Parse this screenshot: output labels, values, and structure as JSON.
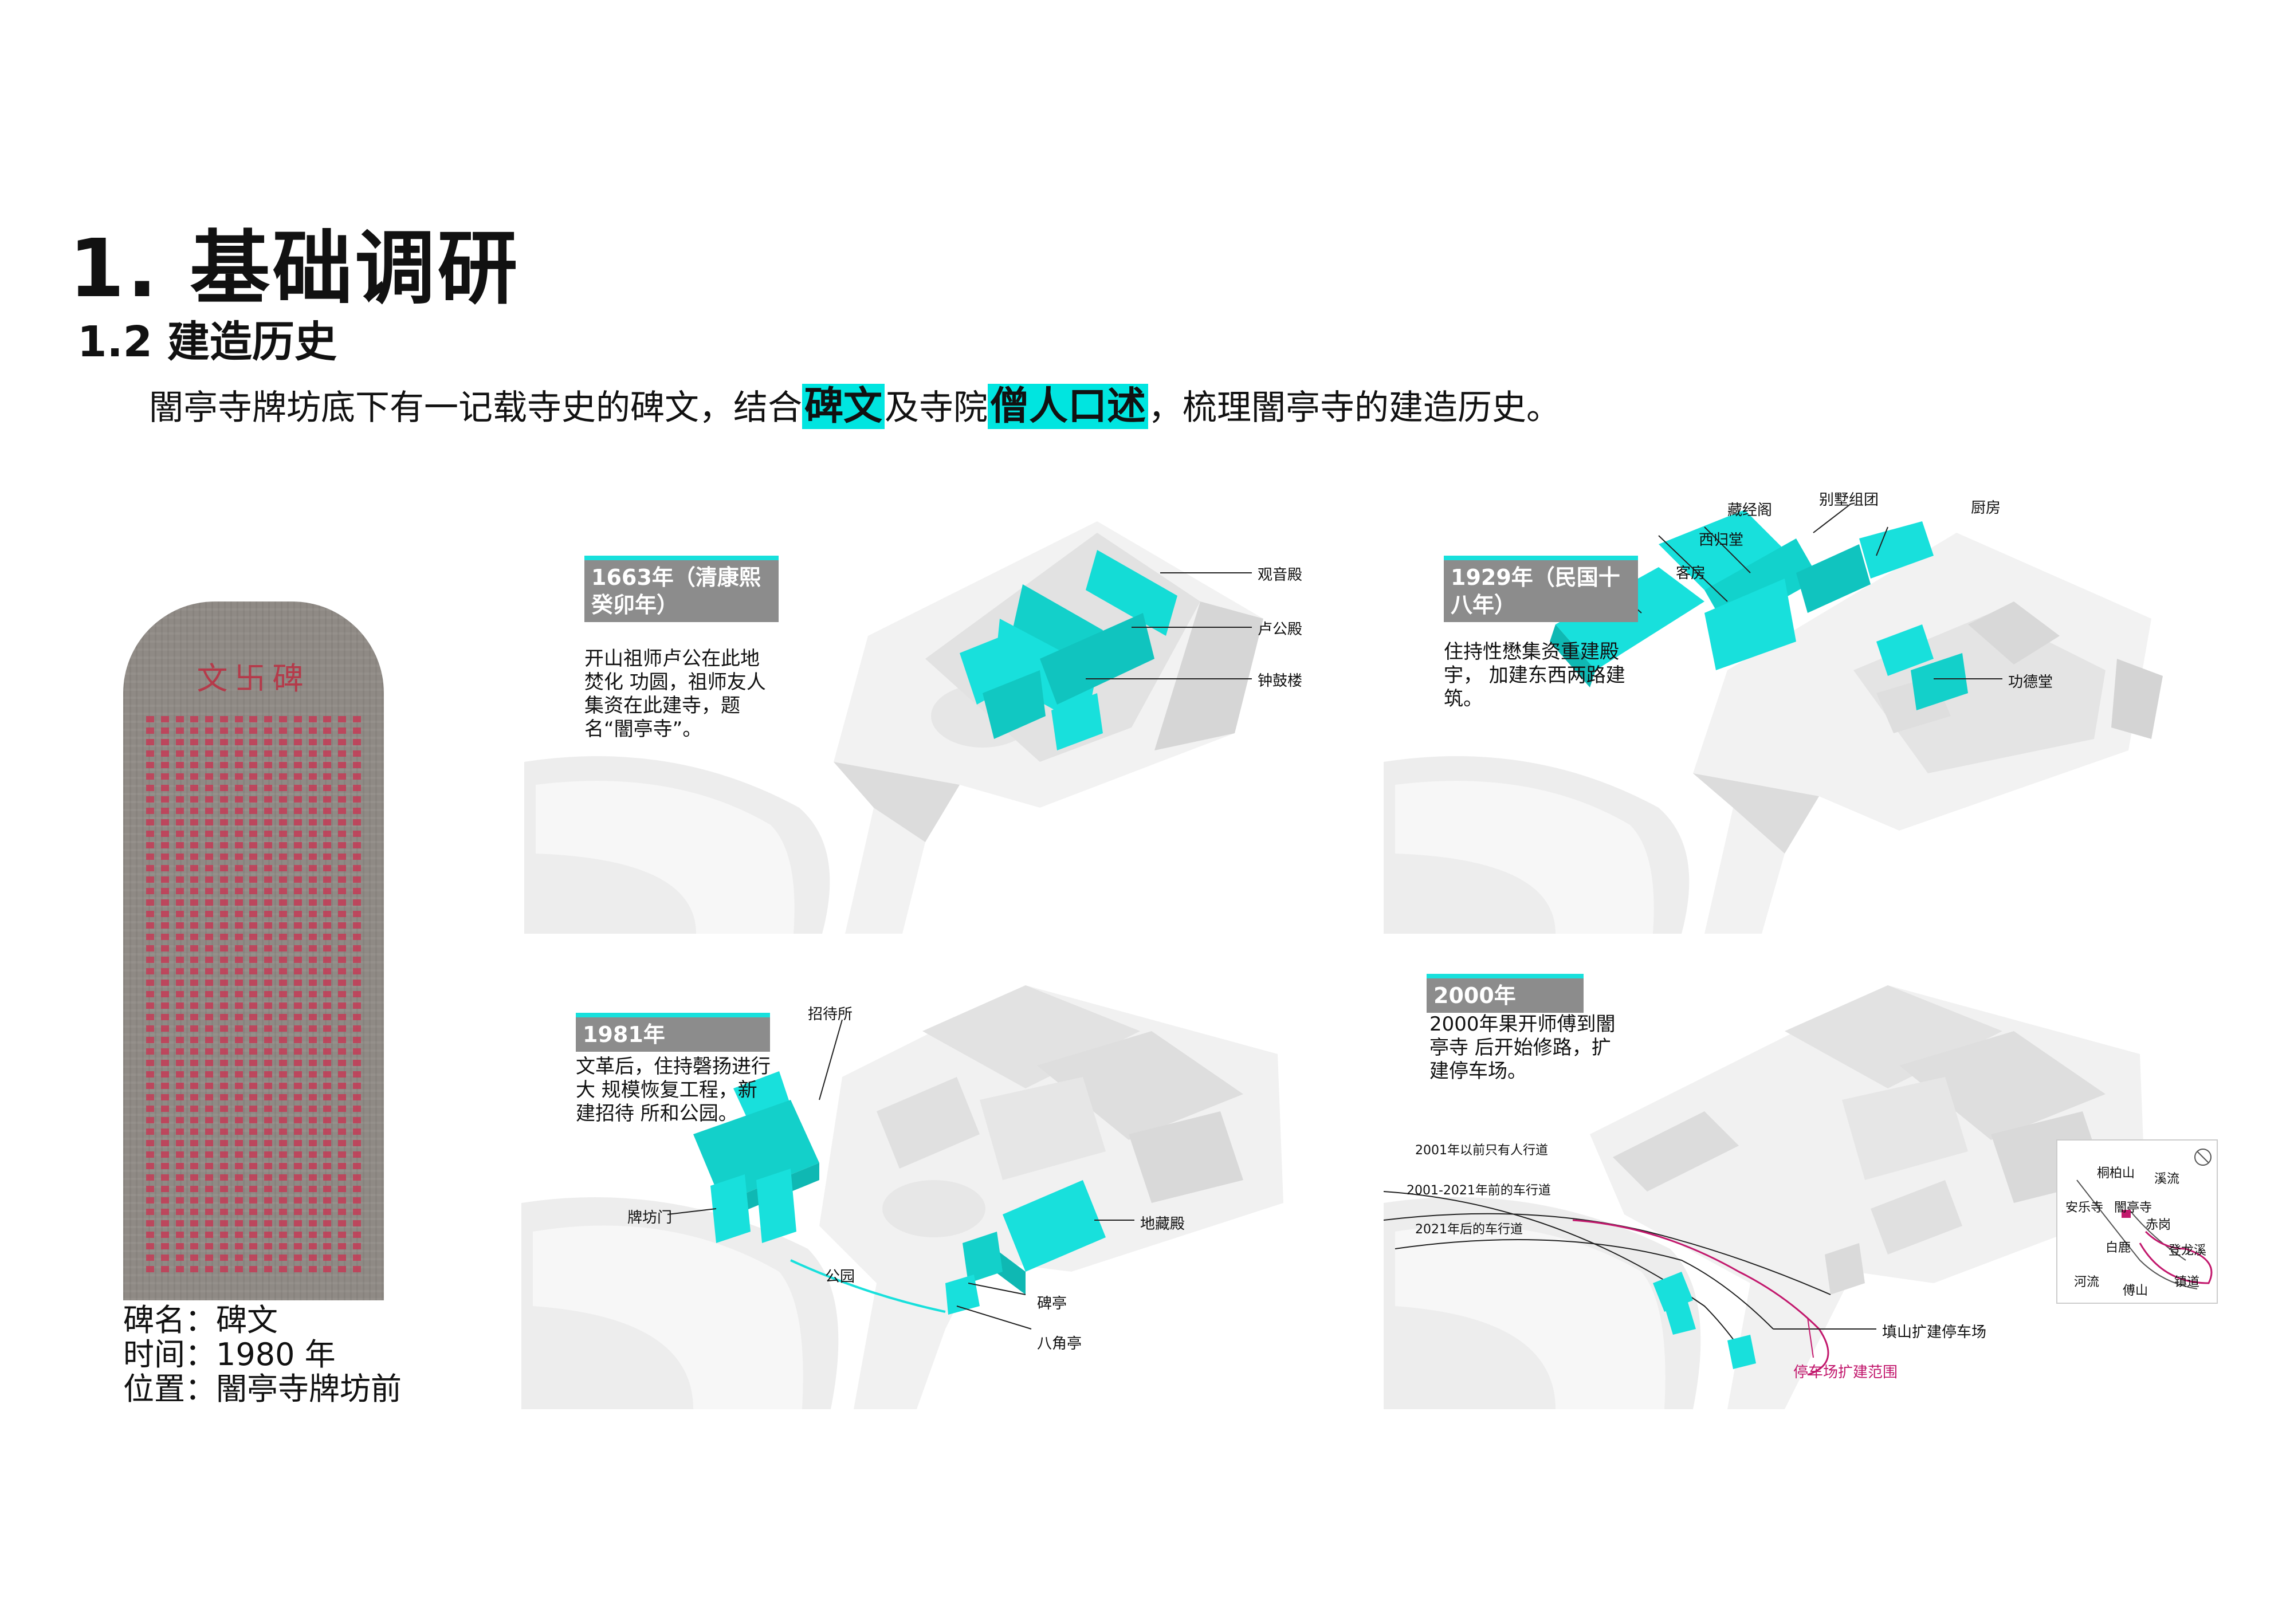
{
  "heading": "1. 基础调研",
  "subheading": "1.2 建造历史",
  "intro": {
    "part1": "闇亭寺牌坊底下有一记载寺史的碑文，结合",
    "hl1": "碑文",
    "part2": "及寺院",
    "hl2": "僧人口述",
    "part3": "，梳理闇亭寺的建造历史。"
  },
  "stele": {
    "inscription": "文卐碑",
    "caption": [
      "碑名：碑文",
      "时间：1980 年",
      "位置：闇亭寺牌坊前"
    ]
  },
  "colors": {
    "accent": "#18e0dc",
    "tag_bg": "#8c8c8c",
    "pink": "#c2186d"
  },
  "panels": [
    {
      "tag": "1663年（清康熙癸卯年）",
      "desc": "开山祖师卢公在此地焚化 功圆，祖师友人集资在此建寺，题名“闇亭寺”。",
      "labels": [
        "观音殿",
        "卢公殿",
        "钟鼓楼"
      ]
    },
    {
      "tag": "1929年（民国十八年）",
      "desc": "住持性懋集资重建殿宇， 加建东西两路建筑。",
      "labels": [
        "藏经阁",
        "别墅组团",
        "厨房",
        "西归堂",
        "客房",
        "功德堂"
      ]
    },
    {
      "tag": "1981年",
      "desc": "文革后，住持磬扬进行大 规模恢复工程，新建招待 所和公园。",
      "labels": [
        "招待所",
        "牌坊门",
        "地藏殿",
        "公园",
        "碑亭",
        "八角亭"
      ]
    },
    {
      "tag": "2000年",
      "desc": "2000年果开师傅到闇亭寺 后开始修路，扩建停车场。",
      "labels": [
        "2001年以前只有人行道",
        "2001-2021年前的车行道",
        "2021年后的车行道",
        "填山扩建停车场",
        "停车场扩建范围"
      ],
      "map_labels": [
        "桐柏山",
        "溪流",
        "安乐寺",
        "闇亭寺",
        "赤岗",
        "白鹿",
        "登龙溪",
        "河流",
        "傅山",
        "镇道"
      ]
    }
  ]
}
